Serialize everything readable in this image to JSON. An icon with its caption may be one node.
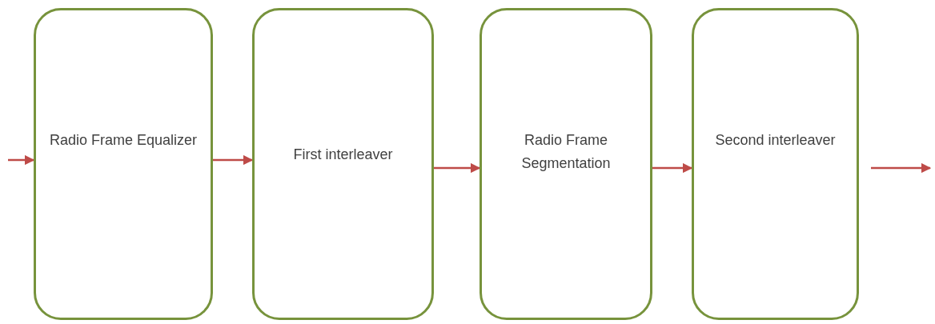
{
  "diagram": {
    "nodes": [
      {
        "text": [
          "Radio Frame Equalizer"
        ]
      },
      {
        "text": [
          "First interleaver"
        ]
      },
      {
        "text": [
          "Radio Frame Segmentation"
        ]
      },
      {
        "text": [
          "Second interleaver"
        ]
      }
    ],
    "edges": [
      {
        "from": null,
        "to": 0,
        "arrow": "to"
      },
      {
        "from": 0,
        "to": 1,
        "arrow": "to"
      },
      {
        "from": 1,
        "to": 2,
        "arrow": "to"
      },
      {
        "from": 2,
        "to": 3,
        "arrow": "to"
      },
      {
        "from": 3,
        "to": null,
        "arrow": "to"
      }
    ]
  }
}
